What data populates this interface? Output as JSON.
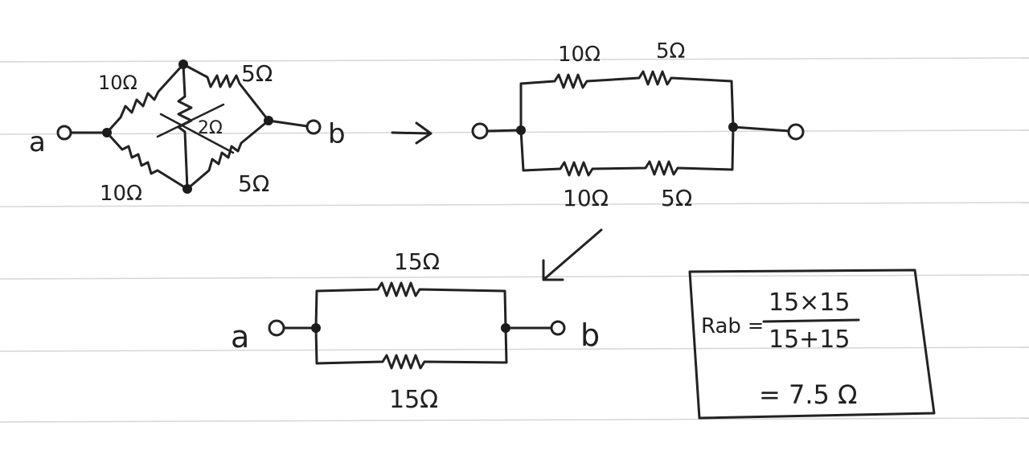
{
  "diagram1": {
    "node_a": "a",
    "node_b": "b",
    "r_top_left": "10Ω",
    "r_top_right": "5Ω",
    "r_bottom_left": "10Ω",
    "r_bottom_right": "5Ω",
    "r_middle": "2Ω"
  },
  "diagram2": {
    "r_top_1": "10Ω",
    "r_top_2": "5Ω",
    "r_bottom_1": "10Ω",
    "r_bottom_2": "5Ω"
  },
  "diagram3": {
    "node_a": "a",
    "node_b": "b",
    "r_top": "15Ω",
    "r_bottom": "15Ω"
  },
  "result": {
    "lhs": "Rab",
    "equals": "=",
    "numerator": "15×15",
    "denominator": "15+15",
    "value": "= 7.5 Ω"
  }
}
